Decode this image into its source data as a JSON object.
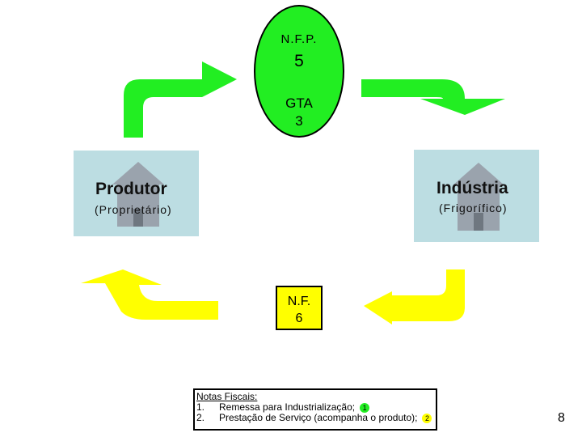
{
  "oval": {
    "label_top": "N.F.P.",
    "number_top": "5",
    "label_bottom": "GTA",
    "number_bottom": "3"
  },
  "left_box": {
    "title": "Produtor",
    "subtitle": "(Proprietário)"
  },
  "right_box": {
    "title": "Indústria",
    "subtitle": "(Frigorífico)"
  },
  "nf_box": {
    "label": "N.F.",
    "number": "6"
  },
  "notes": {
    "heading": "Notas Fiscais:",
    "items": [
      {
        "number": "1.",
        "text": "Remessa para Industrialização;",
        "badge": "1"
      },
      {
        "number": "2.",
        "text": "Prestação de Serviço (acompanha o produto);",
        "badge": "2"
      }
    ]
  },
  "page_number": "8",
  "colors": {
    "green": "#22ee22",
    "yellow": "#ffff00",
    "box": "#bcdde2",
    "house": "#9aa3ad"
  }
}
